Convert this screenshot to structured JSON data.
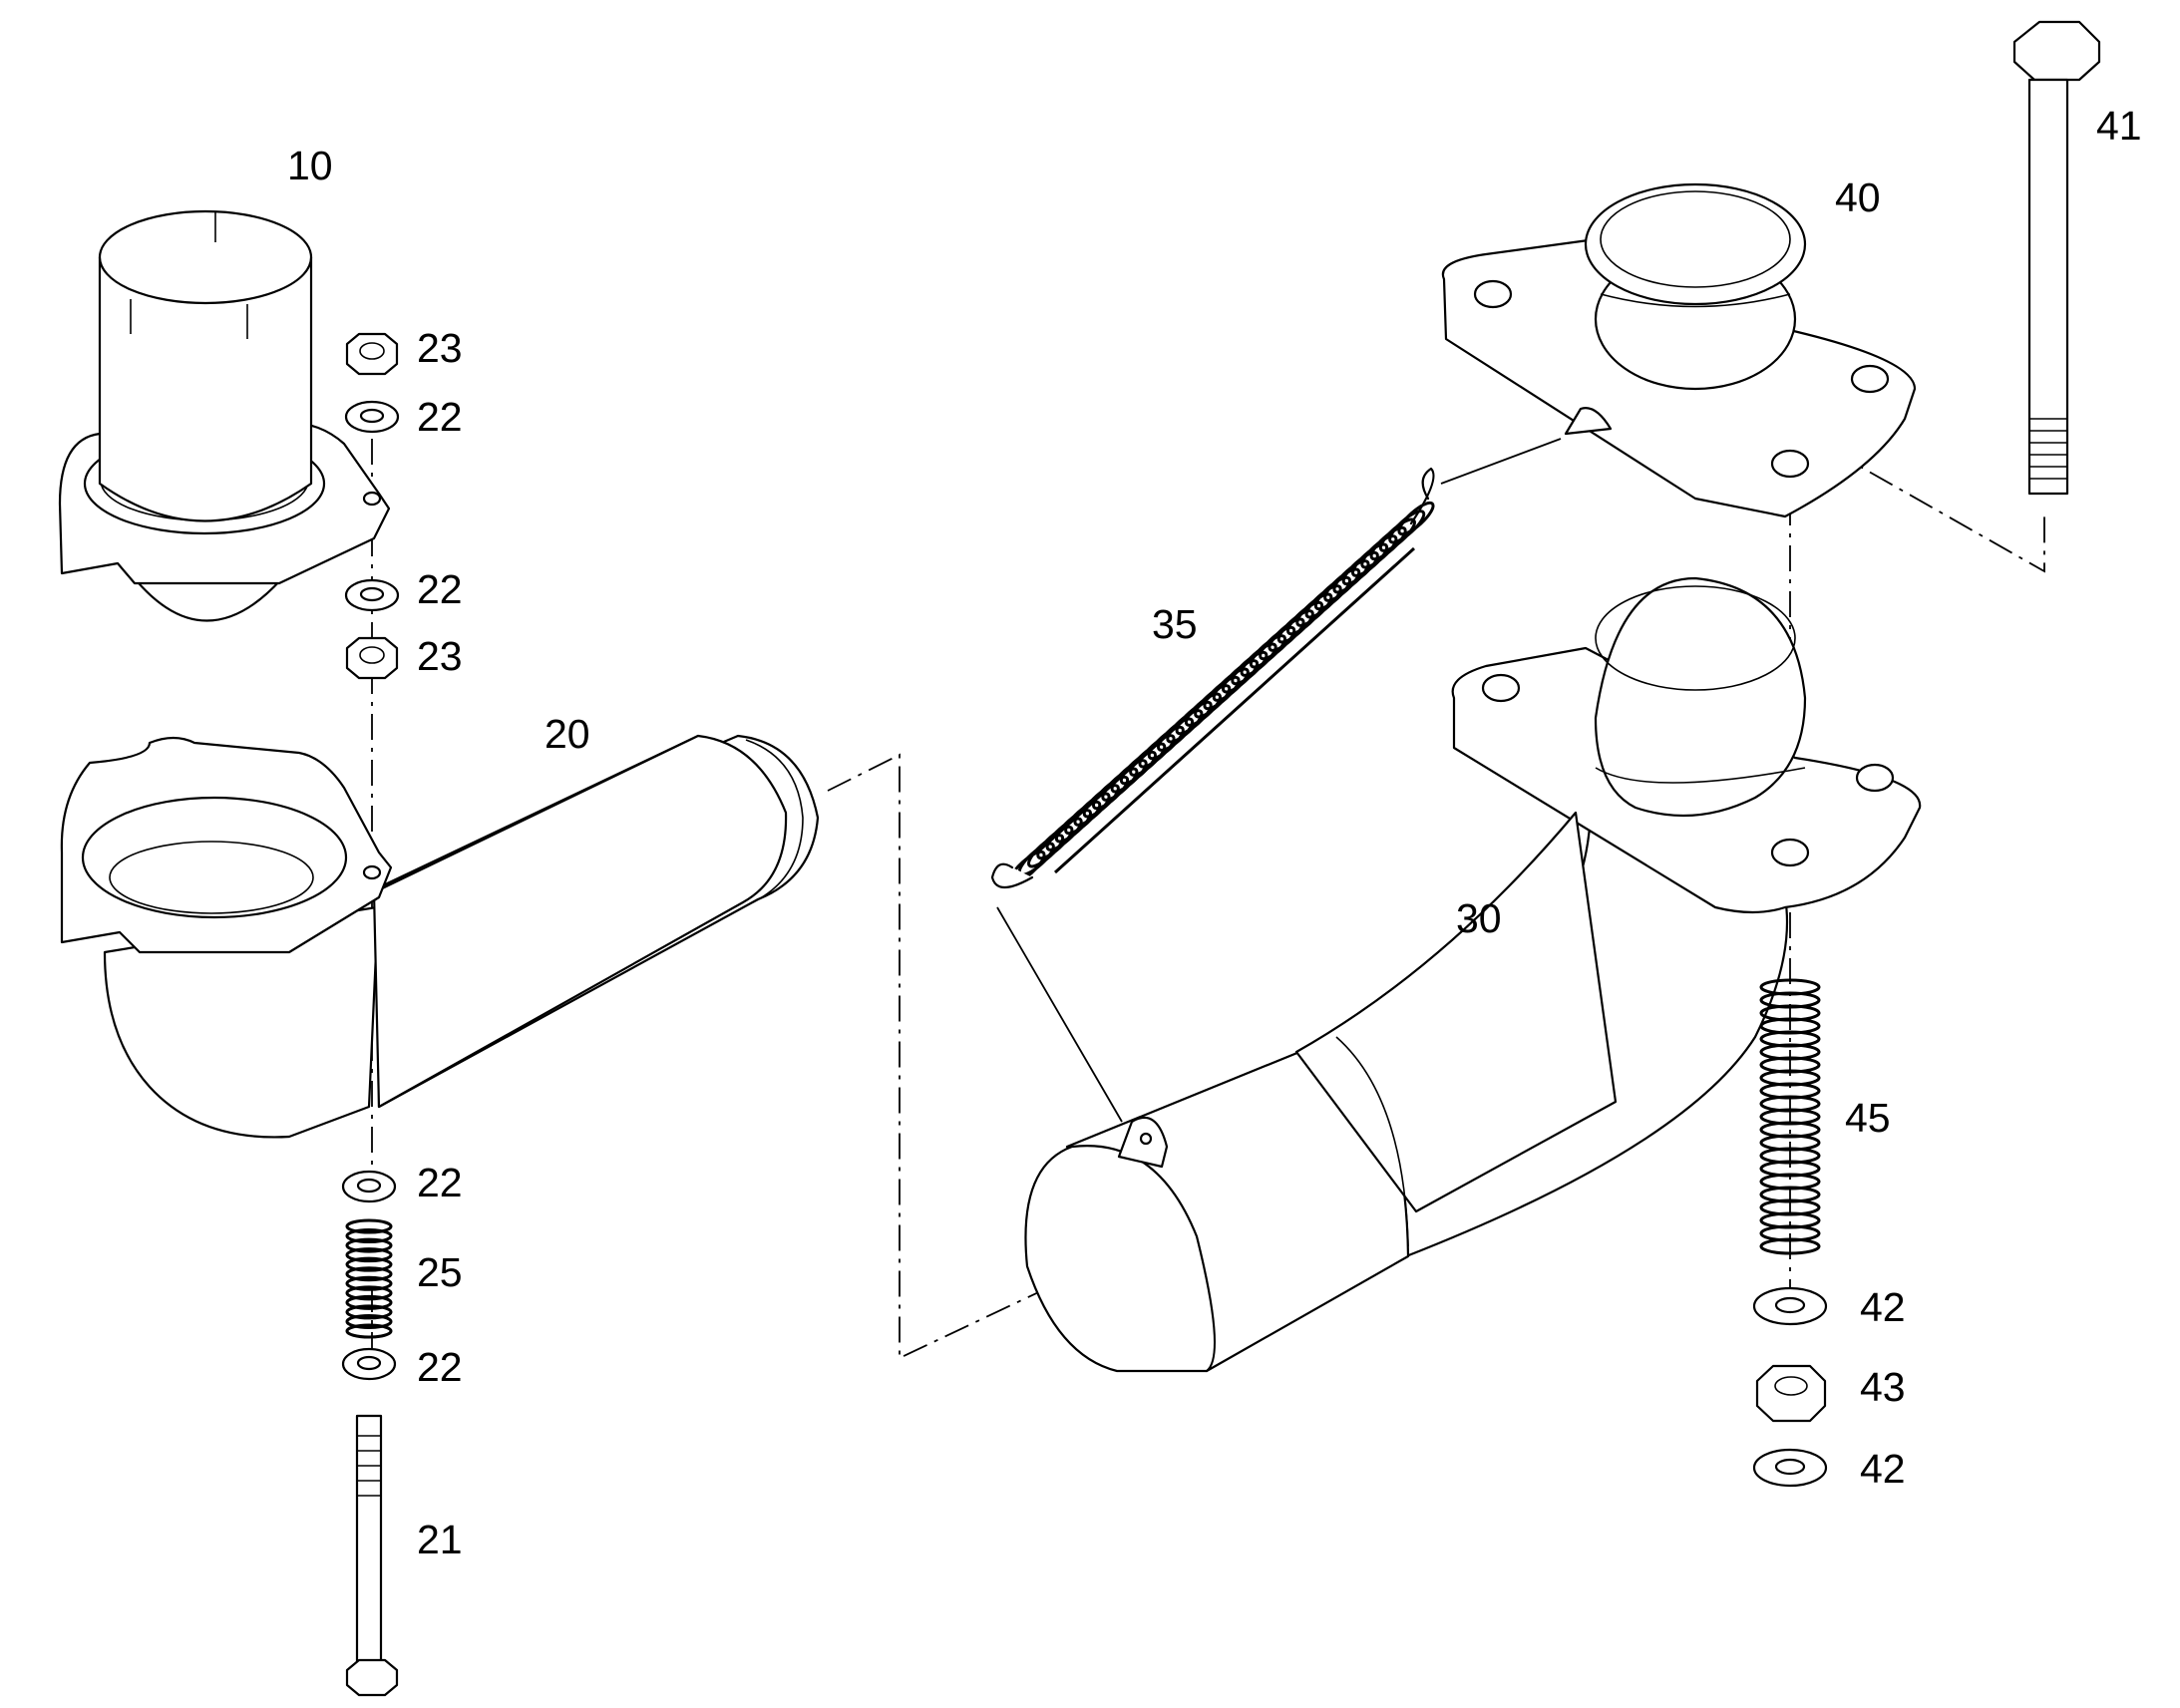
{
  "colors": {
    "line": "#000000",
    "background": "#ffffff"
  },
  "callouts": {
    "p10": "10",
    "p20": "20",
    "p21": "21",
    "p22a": "22",
    "p22b": "22",
    "p22c": "22",
    "p22d": "22",
    "p23a": "23",
    "p23b": "23",
    "p25": "25",
    "p30": "30",
    "p35": "35",
    "p40": "40",
    "p41": "41",
    "p42a": "42",
    "p42b": "42",
    "p43": "43",
    "p45": "45"
  }
}
